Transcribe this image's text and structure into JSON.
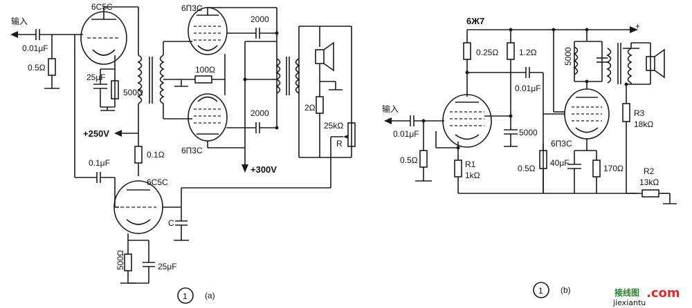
{
  "circuit_a": {
    "input_label": "输入",
    "c_in": "0.01μF",
    "r_grid": "0.5Ω",
    "tube_v1": "6C5C",
    "r_cath": "500Ω",
    "c_cath": "25μF",
    "r_center": "100Ω",
    "tube_top": "6П3С",
    "tube_bottom": "6П3С",
    "c_top": "2000",
    "c_bottom": "2000",
    "b_plus": "+250V",
    "r_dec": "0.1Ω",
    "c_fb": "0.1μF",
    "tube_v3": "6C5C",
    "c_label": "C",
    "r_v3_cath": "500Ω",
    "c_v3_cath": "25μF",
    "plus300": "+300V",
    "r_sec": "2Ω",
    "pot": "25kΩ",
    "pot_r": "R",
    "fig_num": "1",
    "fig_letter": "(a)"
  },
  "circuit_b": {
    "tube_v1": "6Ж7",
    "input_label": "输入",
    "c_in": "0.01μF",
    "r_grid": "0.5Ω",
    "r1": "R1",
    "r1_val": "1kΩ",
    "r_plate": "0.25Ω",
    "r_screen": "1.2Ω",
    "c_coup": "0.01μF",
    "c_screen": "5000",
    "c_tank": "5000",
    "tube_v2": "6П3С",
    "r_g2": "0.5Ω",
    "c_cath": "40μF",
    "r_cath": "170Ω",
    "r3": "R3",
    "r3_val": "18kΩ",
    "r2": "R2",
    "r2_val": "13kΩ",
    "plus": "+",
    "fig_num": "1",
    "fig_letter": "(b)"
  },
  "watermark": {
    "cn": "接线图",
    "dot_com": ".com",
    "url": "jiexiantu"
  }
}
